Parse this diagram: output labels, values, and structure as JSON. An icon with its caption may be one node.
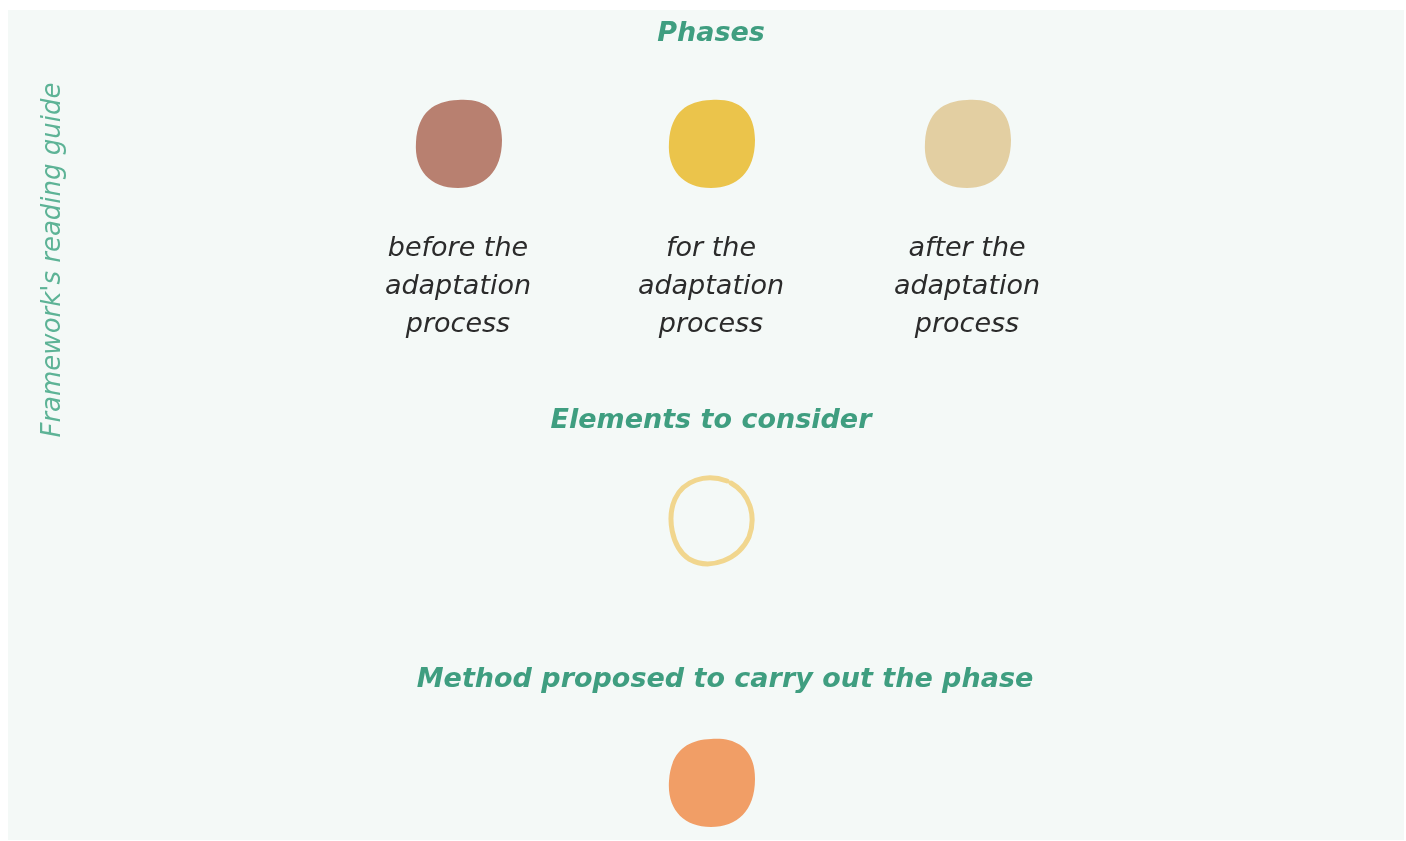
{
  "diagram": {
    "title": "Framework's reading guide",
    "nodes": [
      {
        "text": [],
        "shape": "circle"
      },
      {
        "text": [],
        "shape": "circle"
      }
    ],
    "labels": [
      "Phases",
      "Elements to consider",
      "Method proposed to carry out the phase"
    ],
    "legend": [
      {
        "text": "before the adaptation process",
        "color": "#b88070"
      },
      {
        "text": "for the adaptation process",
        "color": "#ebc44b"
      },
      {
        "text": "after the adaptation process",
        "color": "#e3cfa2"
      }
    ]
  }
}
